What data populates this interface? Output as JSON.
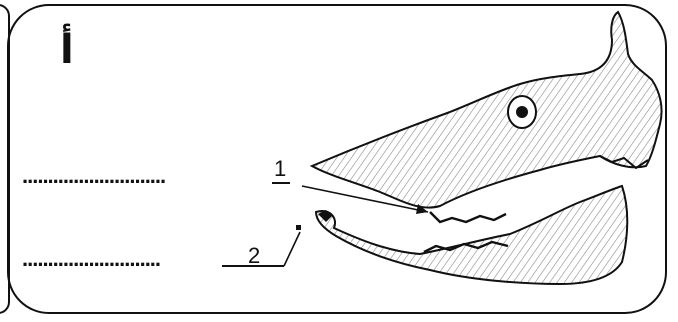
{
  "panel": {
    "letter": "أ",
    "blanks": [
      {
        "number": "1",
        "dots": "............................"
      },
      {
        "number": "2",
        "dots": "..........................."
      }
    ]
  },
  "colors": {
    "ink": "#111111",
    "shade": "#8a8a8a"
  },
  "illustration": {
    "subject": "skull-lateral-view",
    "labels": [
      "1",
      "2"
    ]
  }
}
